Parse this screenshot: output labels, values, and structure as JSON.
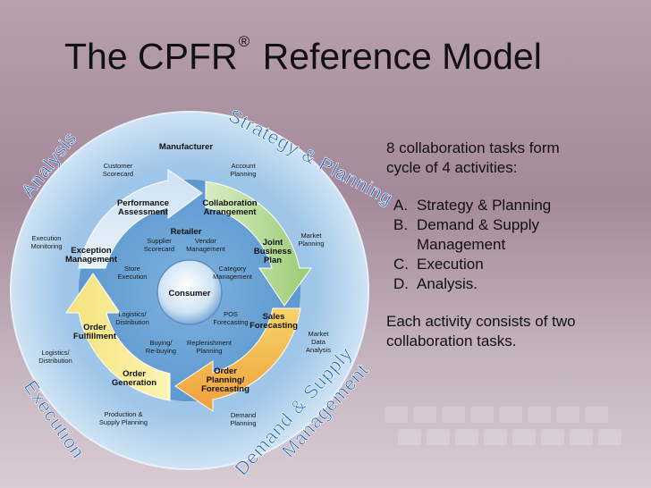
{
  "title": {
    "main": "The CPFR",
    "reg": "®",
    "rest": " Reference Model"
  },
  "diagram": {
    "center": "Consumer",
    "ring_inner_label": "Retailer",
    "ring_outer_label": "Manufacturer",
    "arrow_tasks": [
      "Collaboration Arrangement",
      "Joint Business Plan",
      "Sales Forecasting",
      "Order Planning/ Forecasting",
      "Order Generation",
      "Order Fulfillment",
      "Exception Management",
      "Performance Assessment"
    ],
    "inner_tasks": [
      "Supplier Scorecard",
      "Vendor Management",
      "Category Management",
      "POS Forecasting",
      "Replenishment Planning",
      "Buying/ Re-buying",
      "Logistics/ Distribution",
      "Store Execution"
    ],
    "outer_tasks": [
      "Customer Scorecard",
      "Account Planning",
      "Market Planning",
      "Market Data Analysis",
      "Demand Planning",
      "Production & Supply Planning",
      "Logistics/ Distribution",
      "Execution Monitoring"
    ],
    "quadrants": [
      "Strategy & Planning",
      "Demand & Supply Management",
      "Execution",
      "Analysis"
    ]
  },
  "panel": {
    "intro": "8 collaboration tasks form cycle of 4 activities:",
    "activities": [
      {
        "letter": "A.",
        "text": "Strategy & Planning"
      },
      {
        "letter": "B.",
        "text": "Demand & Supply Management"
      },
      {
        "letter": "C.",
        "text": "Execution"
      },
      {
        "letter": "D.",
        "text": "Analysis."
      }
    ],
    "outro": "Each activity consists of two collaboration tasks."
  }
}
